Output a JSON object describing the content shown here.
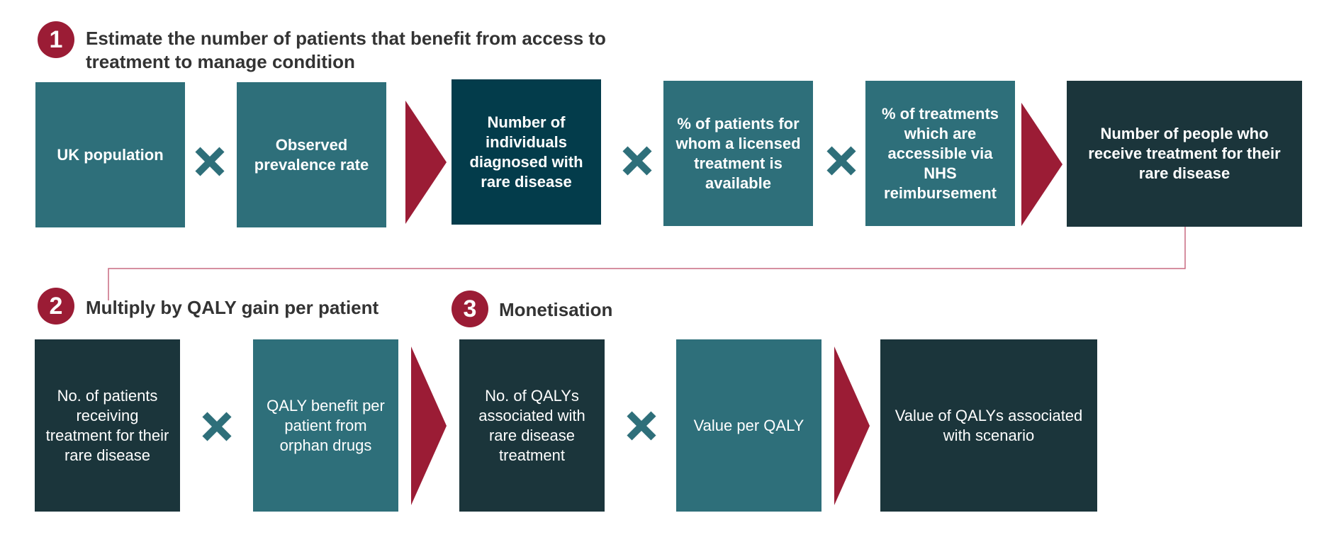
{
  "steps": {
    "step1": {
      "number": "1",
      "title": "Estimate the number of patients that benefit from access to treatment to manage condition"
    },
    "step2": {
      "number": "2",
      "title": "Multiply by QALY gain per patient"
    },
    "step3": {
      "number": "3",
      "title": "Monetisation"
    }
  },
  "row1": {
    "boxes": [
      "UK population",
      "Observed prevalence rate",
      "Number of individuals diagnosed with rare disease",
      "% of patients for whom a licensed treatment is available",
      "% of treatments which are accessible via NHS reimbursement",
      "Number of people who receive treatment for their rare disease"
    ]
  },
  "row2": {
    "boxes": [
      "No. of patients receiving treatment for their rare disease",
      "QALY benefit per patient from orphan drugs",
      "No. of QALYs associated with rare disease treatment",
      "Value per QALY",
      "Value of QALYs associated with scenario"
    ]
  },
  "colors": {
    "accent_red": "#9b1c35",
    "teal": "#2e6f7a",
    "deep_teal": "#033c4b",
    "dark_slate": "#1b353b",
    "heading_text": "#333333"
  },
  "icons": {
    "multiply": "multiply-icon",
    "arrow": "chevron-arrow-icon",
    "connector": "connector-line"
  }
}
